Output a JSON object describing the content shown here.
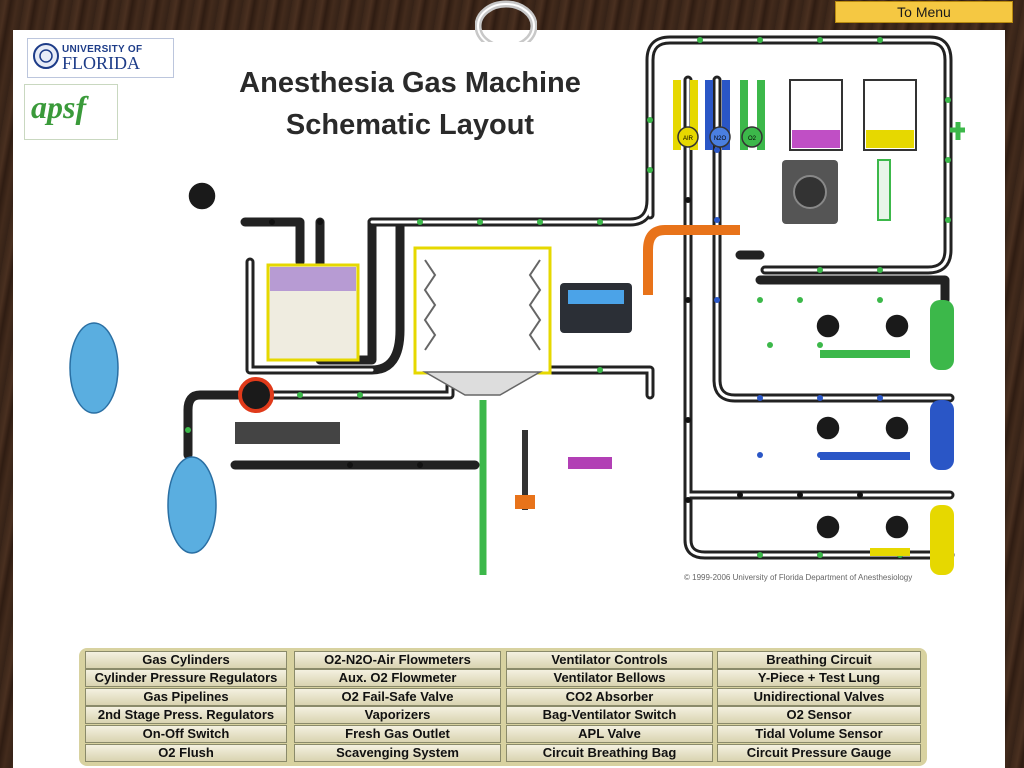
{
  "header": {
    "menu_label": "To Menu"
  },
  "logos": {
    "uf_line1": "UNIVERSITY OF",
    "uf_line2": "FLORIDA",
    "apsf": "apsf"
  },
  "title": {
    "line1": "Anesthesia Gas Machine",
    "line2": "Schematic Layout"
  },
  "copyright": "© 1999-2006 University of Florida Department of Anesthesiology",
  "components": [
    [
      "Gas Cylinders",
      "Cylinder Pressure Regulators",
      "Gas Pipelines",
      "2nd Stage Press. Regulators",
      "On-Off Switch",
      "O2 Flush"
    ],
    [
      "O2-N2O-Air Flowmeters",
      "Aux. O2 Flowmeter",
      "O2 Fail-Safe Valve",
      "Vaporizers",
      "Fresh Gas Outlet",
      "Scavenging System"
    ],
    [
      "Ventilator Controls",
      "Ventilator Bellows",
      "CO2 Absorber",
      "Bag-Ventilator Switch",
      "APL Valve",
      "Circuit Breathing Bag"
    ],
    [
      "Breathing Circuit",
      "Y-Piece + Test Lung",
      "Unidirectional Valves",
      "O2 Sensor",
      "Tidal Volume Sensor",
      "Circuit Pressure Gauge"
    ]
  ],
  "flowmeter_labels": {
    "air": "AIR",
    "n2o": "N2O",
    "o2": "O2"
  },
  "colors": {
    "o2": "#3cb84a",
    "n2o": "#2a56c6",
    "air": "#e6d800",
    "pipe": "#1a1a1a",
    "bag": "#5aaee0",
    "orange_hose": "#e8731a",
    "purple": "#b23fb5"
  }
}
